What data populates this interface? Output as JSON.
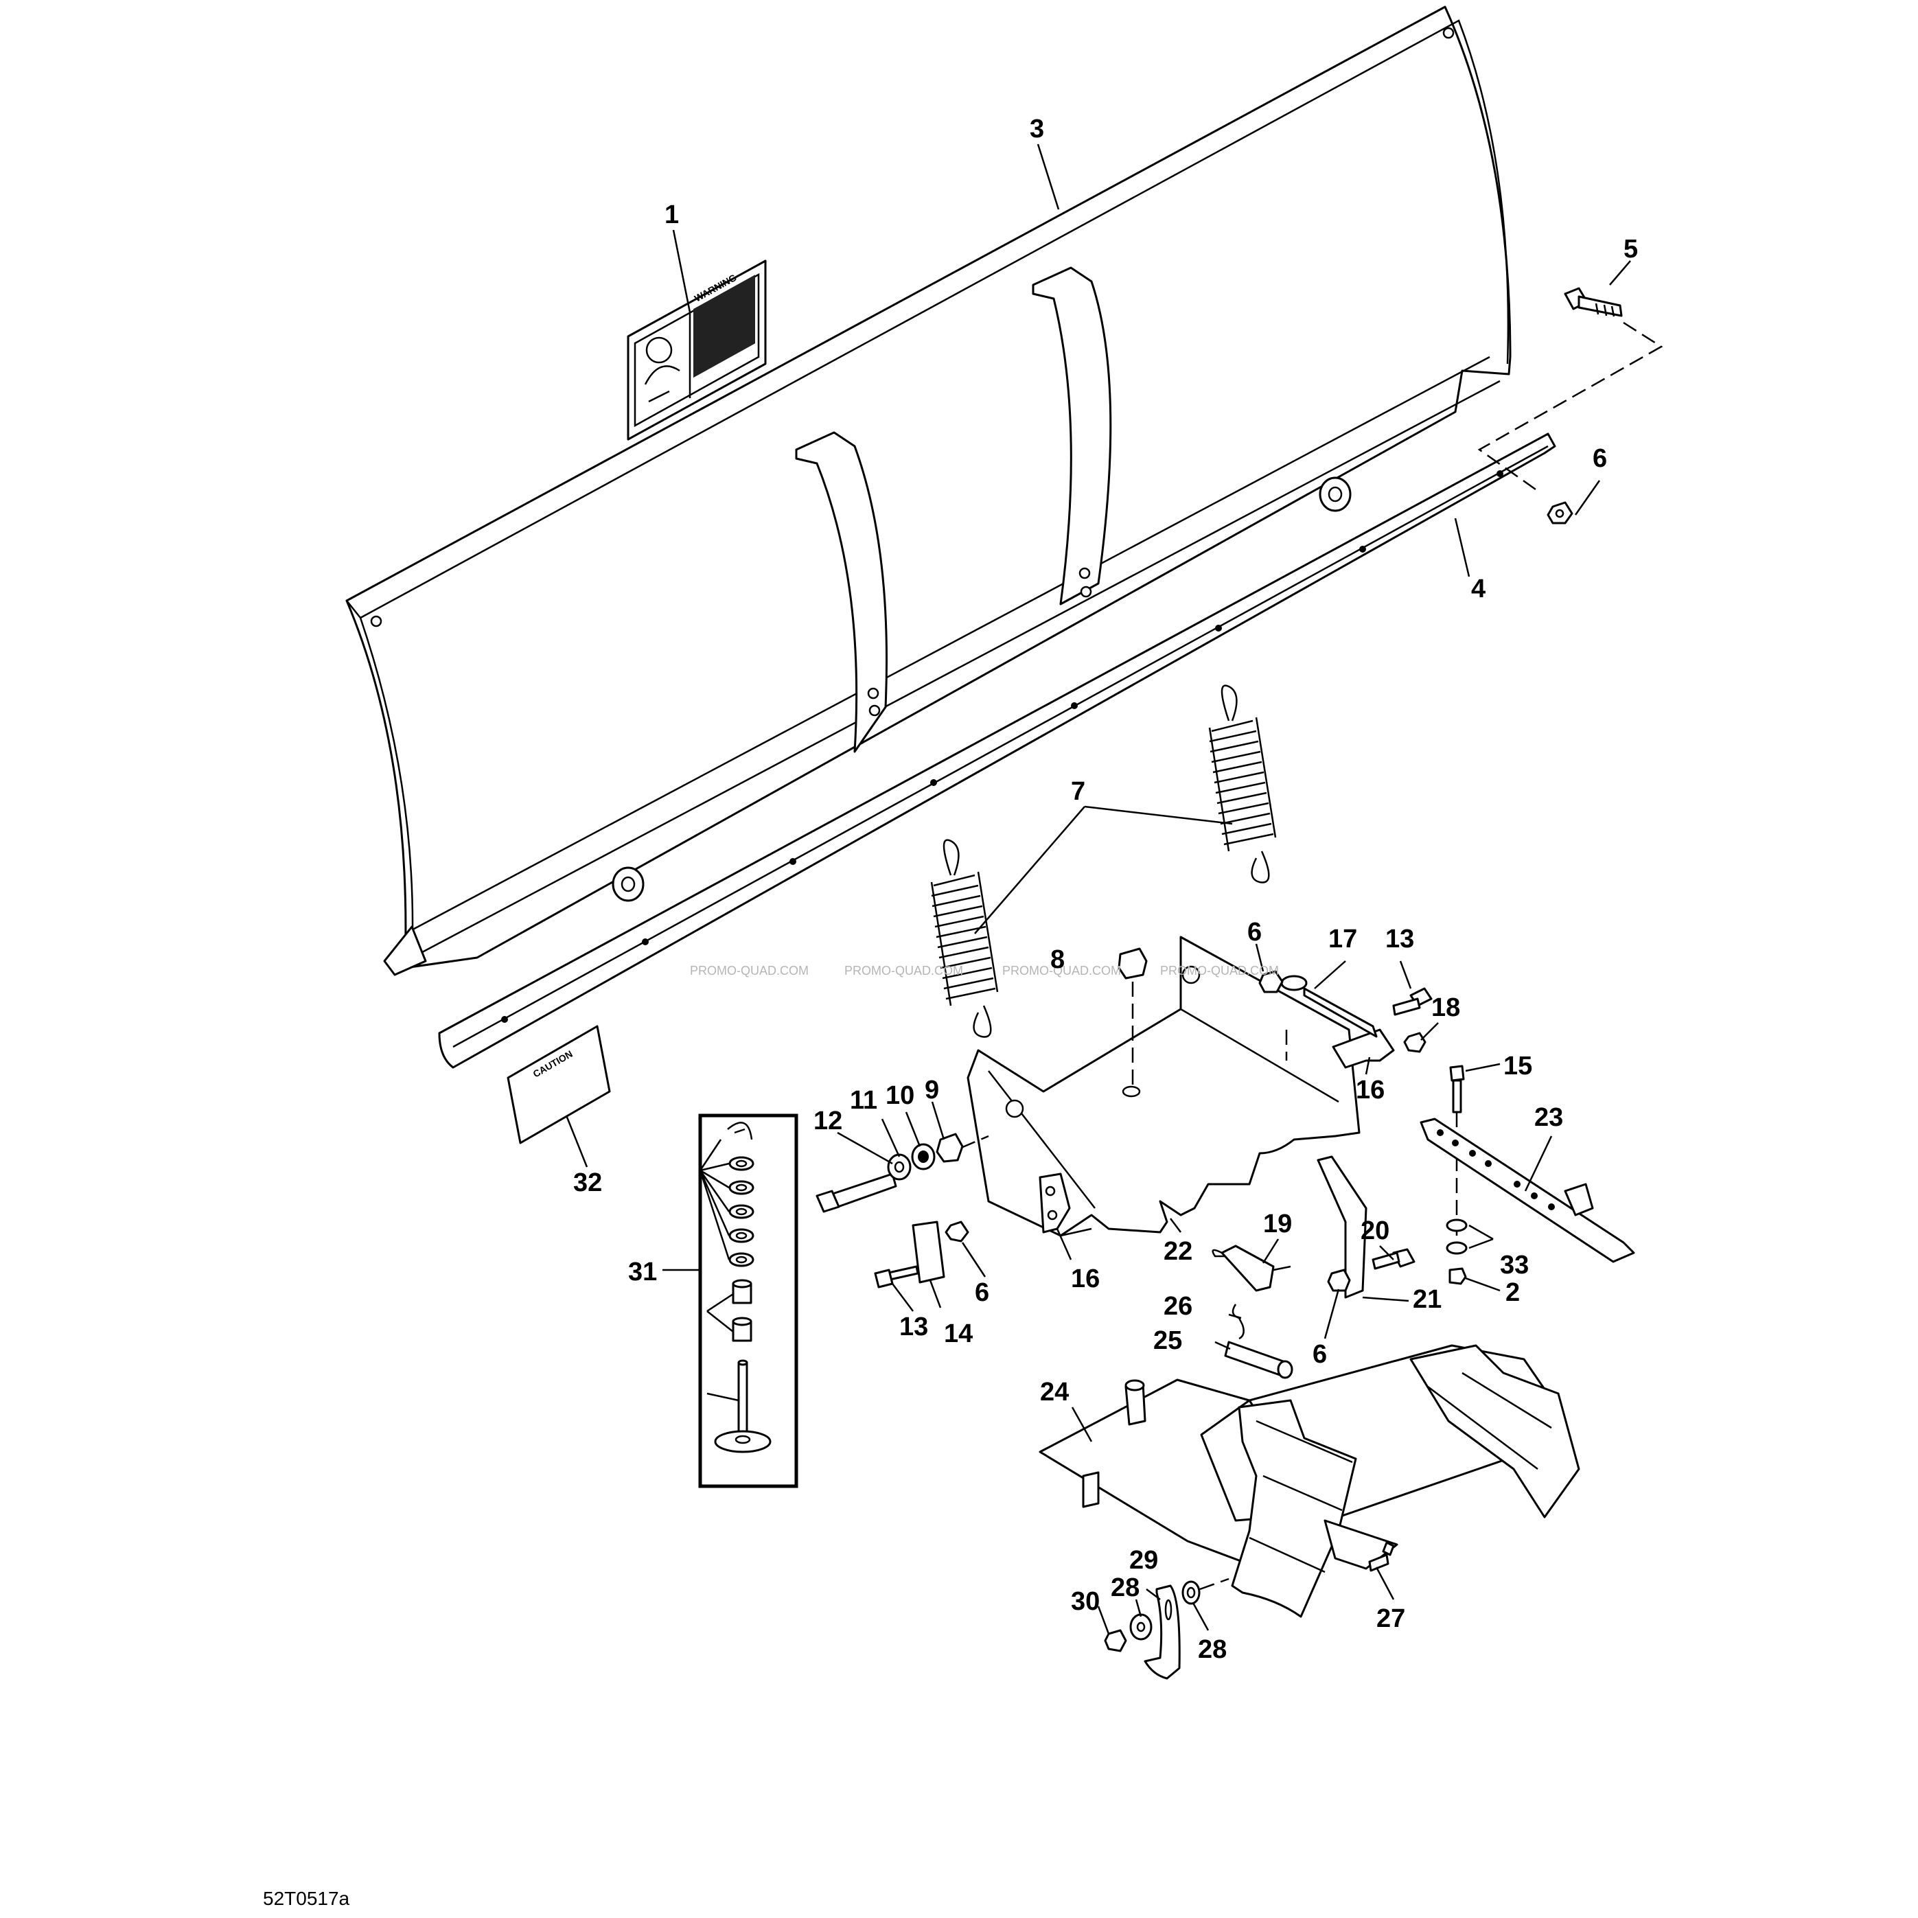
{
  "figure_id": "52T0517a",
  "watermark": "PROMO-QUAD.COM",
  "decals": {
    "caution_text": "CAUTION",
    "warning_text": "WARNING"
  },
  "callouts": {
    "c1": "1",
    "c2": "2",
    "c3": "3",
    "c4": "4",
    "c5": "5",
    "c6": "6",
    "c7": "7",
    "c8": "8",
    "c9": "9",
    "c10": "10",
    "c11": "11",
    "c12": "12",
    "c13": "13",
    "c14": "14",
    "c15": "15",
    "c16": "16",
    "c17": "17",
    "c18": "18",
    "c19": "19",
    "c20": "20",
    "c21": "21",
    "c22": "22",
    "c23": "23",
    "c24": "24",
    "c25": "25",
    "c26": "26",
    "c27": "27",
    "c28": "28",
    "c29": "29",
    "c30": "30",
    "c31": "31",
    "c32": "32",
    "c33": "33"
  }
}
